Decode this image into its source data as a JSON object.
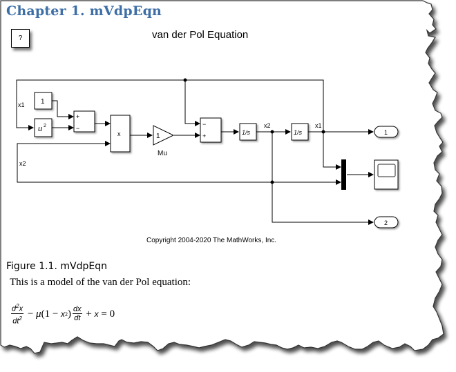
{
  "page": {
    "chapter_title": "Chapter 1. mVdpEqn",
    "help_button_label": "?",
    "diagram_title": "van der Pol Equation",
    "copyright": "Copyright 2004-2020 The MathWorks, Inc.",
    "figure_caption": "Figure 1.1. mVdpEqn",
    "description": "This is a model of the van der Pol equation:",
    "colors": {
      "title": "#3d6ea6",
      "border": "#333333",
      "line": "#000000"
    }
  },
  "diagram": {
    "signal_labels": {
      "x1_left": "x1",
      "x2_left": "x2",
      "x2_mid": "x2",
      "x1_right": "x1"
    },
    "blocks": {
      "constant": "1",
      "square": "u",
      "square_exp": "2",
      "sum1_plus": "+",
      "sum1_minus": "−",
      "product": "x",
      "gain_value": "1",
      "gain_name": "Mu",
      "sum2_minus": "−",
      "sum2_plus": "+",
      "integrator1": "1/s",
      "integrator2": "1/s",
      "outport1": "1",
      "outport2": "2"
    },
    "scope_icon": "scope-icon",
    "mux_icon": "mux-bar"
  },
  "equation": {
    "d2x_num": "d",
    "d2x_num_sup": "2",
    "d2x_num_x": "x",
    "d2x_den": "dt",
    "d2x_den_sup": "2",
    "minus1": " − ",
    "mu": "μ",
    "paren_open": "(1 − ",
    "x": "x",
    "x_sup": "2",
    "paren_close": ")",
    "dx_num": "dx",
    "dx_den": "dt",
    "plus": " + ",
    "x2": "x",
    "equals": " = 0"
  }
}
